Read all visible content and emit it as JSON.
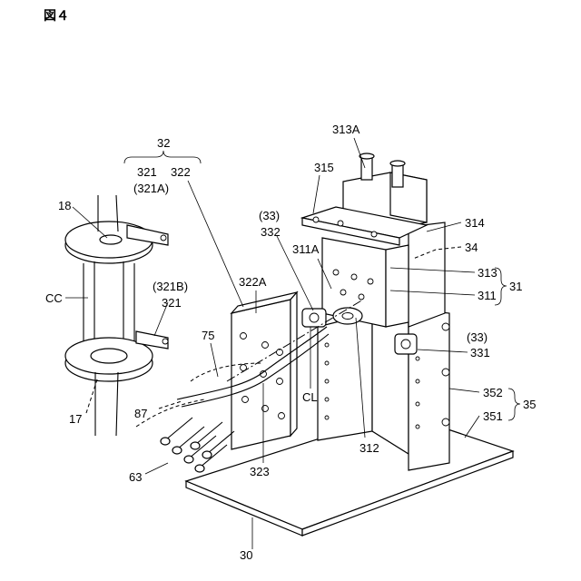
{
  "figure": {
    "title": "図４",
    "labels": {
      "l32": "32",
      "l321_top": "321",
      "l322": "322",
      "l321A": "(321A)",
      "l18": "18",
      "lCC": "CC",
      "l321B": "(321B)",
      "l321_mid": "321",
      "l322A": "322A",
      "l75": "75",
      "l87": "87",
      "l17": "17",
      "l63": "63",
      "l323": "323",
      "l30": "30",
      "l33a": "(33)",
      "l332": "332",
      "l311A": "311A",
      "lCL": "CL",
      "l313A": "313A",
      "l315": "315",
      "l314": "314",
      "l34": "34",
      "l313": "313",
      "l311": "311",
      "l31": "31",
      "l33b": "(33)",
      "l331": "331",
      "l312": "312",
      "l352": "352",
      "l351": "351",
      "l35": "35"
    }
  }
}
